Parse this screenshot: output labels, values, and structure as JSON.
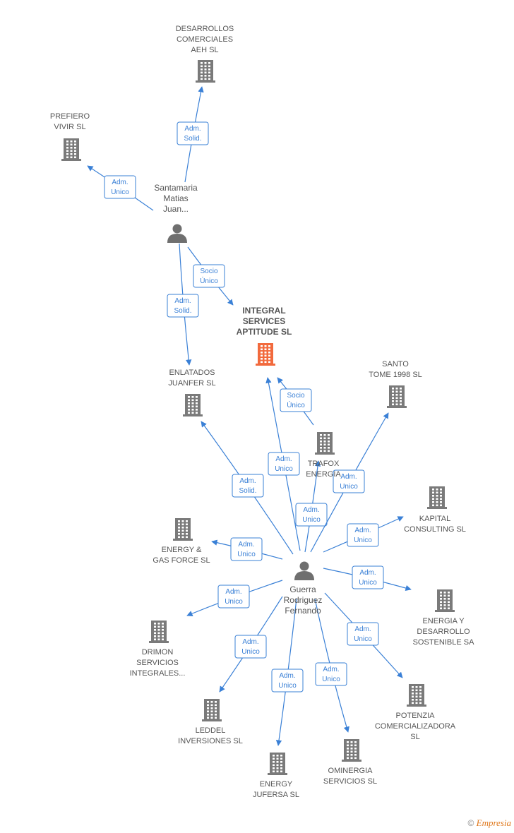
{
  "colors": {
    "company": "#7a7a7a",
    "main_company": "#f26a3d",
    "person": "#6f6f6f",
    "edge": "#3a80d6"
  },
  "nodes": [
    {
      "id": "desarrollos",
      "type": "company",
      "label": [
        "DESARROLLOS",
        "COMERCIALES",
        "AEH SL"
      ]
    },
    {
      "id": "prefiero",
      "type": "company",
      "label": [
        "PREFIERO",
        "VIVIR  SL"
      ]
    },
    {
      "id": "santamaria",
      "type": "person",
      "label": [
        "Santamaria",
        "Matias",
        "Juan..."
      ]
    },
    {
      "id": "integral",
      "type": "main",
      "label": [
        "INTEGRAL",
        "SERVICES",
        "APTITUDE  SL"
      ]
    },
    {
      "id": "enlatados",
      "type": "company",
      "label": [
        "ENLATADOS",
        "JUANFER  SL"
      ]
    },
    {
      "id": "santo",
      "type": "company",
      "label": [
        "SANTO",
        "TOME 1998  SL"
      ]
    },
    {
      "id": "trafox",
      "type": "company",
      "label": [
        "TRAFOX",
        "ENERGIA"
      ]
    },
    {
      "id": "kapital",
      "type": "company",
      "label": [
        "KAPITAL",
        "CONSULTING SL"
      ]
    },
    {
      "id": "energygas",
      "type": "company",
      "label": [
        "ENERGY &",
        "GAS FORCE SL"
      ]
    },
    {
      "id": "guerra",
      "type": "person",
      "label": [
        "Guerra",
        "Rodriguez",
        "Fernando"
      ]
    },
    {
      "id": "energiadesa",
      "type": "company",
      "label": [
        "ENERGIA Y",
        "DESARROLLO",
        "SOSTENIBLE SA"
      ]
    },
    {
      "id": "drimon",
      "type": "company",
      "label": [
        "DRIMON",
        "SERVICIOS",
        "INTEGRALES..."
      ]
    },
    {
      "id": "potencia",
      "type": "company",
      "label": [
        "POTENZIA",
        "COMERCIALIZADORA",
        "SL"
      ]
    },
    {
      "id": "leddel",
      "type": "company",
      "label": [
        "LEDDEL",
        "INVERSIONES SL"
      ]
    },
    {
      "id": "ominergia",
      "type": "company",
      "label": [
        "OMINERGIA",
        "SERVICIOS  SL"
      ]
    },
    {
      "id": "energyjufersa",
      "type": "company",
      "label": [
        "ENERGY",
        "JUFERSA SL"
      ]
    }
  ],
  "edges": [
    {
      "from": "santamaria",
      "to": "desarrollos",
      "label": [
        "Adm.",
        "Solid."
      ]
    },
    {
      "from": "santamaria",
      "to": "prefiero",
      "label": [
        "Adm.",
        "Unico"
      ]
    },
    {
      "from": "santamaria",
      "to": "integral",
      "label": [
        "Socio",
        "Único"
      ]
    },
    {
      "from": "santamaria",
      "to": "enlatados",
      "label": [
        "Adm.",
        "Solid."
      ]
    },
    {
      "from": "trafox",
      "to": "integral",
      "label": [
        "Socio",
        "Único"
      ]
    },
    {
      "from": "guerra",
      "to": "integral",
      "label": [
        "Adm.",
        "Unico"
      ]
    },
    {
      "from": "guerra",
      "to": "enlatados",
      "label": [
        "Adm.",
        "Solid."
      ]
    },
    {
      "from": "guerra",
      "to": "trafox",
      "label": [
        "Adm.",
        "Unico"
      ]
    },
    {
      "from": "guerra",
      "to": "santo",
      "label": [
        "Adm.",
        "Unico"
      ]
    },
    {
      "from": "guerra",
      "to": "kapital",
      "label": [
        "Adm.",
        "Unico"
      ]
    },
    {
      "from": "guerra",
      "to": "energygas",
      "label": [
        "Adm.",
        "Unico"
      ]
    },
    {
      "from": "guerra",
      "to": "energiadesa",
      "label": [
        "Adm.",
        "Unico"
      ]
    },
    {
      "from": "guerra",
      "to": "drimon",
      "label": [
        "Adm.",
        "Unico"
      ]
    },
    {
      "from": "guerra",
      "to": "potencia",
      "label": [
        "Adm.",
        "Unico"
      ]
    },
    {
      "from": "guerra",
      "to": "leddel",
      "label": [
        "Adm.",
        "Unico"
      ]
    },
    {
      "from": "guerra",
      "to": "ominergia",
      "label": [
        "Adm.",
        "Unico"
      ]
    },
    {
      "from": "guerra",
      "to": "energyjufersa",
      "label": [
        "Adm.",
        "Unico"
      ]
    }
  ],
  "footer": {
    "copyright": "©",
    "brand": "Empresia"
  }
}
